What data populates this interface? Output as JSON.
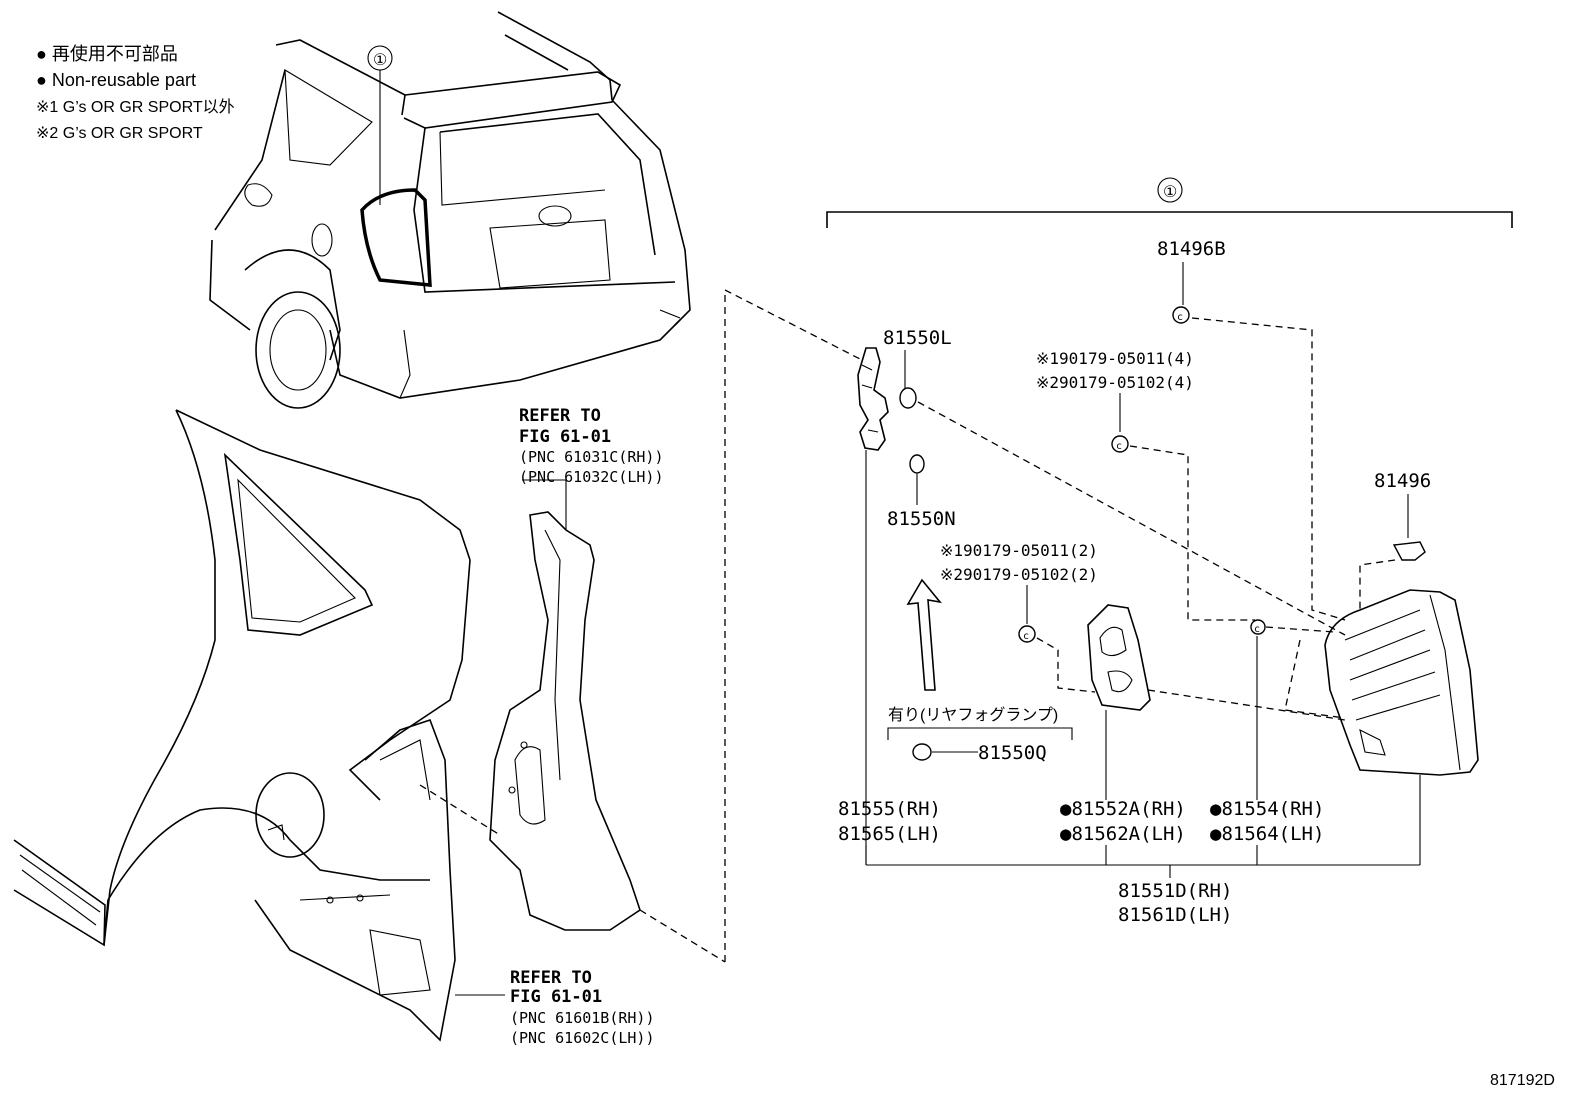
{
  "legend": {
    "line1": "● 再使用不可部品",
    "line2": "● Non-reusable part",
    "line3": "※1 G’s OR GR SPORT以外",
    "line4": "※2 G’s OR GR SPORT"
  },
  "callout_top": "①",
  "callout_assembly": "①",
  "refer_upper": {
    "line1": "REFER TO",
    "line2": "FIG 61-01",
    "line3": "(PNC 61031C(RH))",
    "line4": "(PNC 61032C(LH))"
  },
  "refer_lower": {
    "line1": "REFER TO",
    "line2": "FIG 61-01",
    "line3": "(PNC 61601B(RH))",
    "line4": "(PNC 61602C(LH))"
  },
  "parts": {
    "p81496B": "81496B",
    "p81550L": "81550L",
    "p81550N": "81550N",
    "p81496": "81496",
    "p81550Q": "81550Q",
    "screw_a1": "※190179-05011(4)",
    "screw_a2": "※290179-05102(4)",
    "screw_b1": "※190179-05011(2)",
    "screw_b2": "※290179-05102(2)",
    "fog_note": "有り(リヤフォグランプ)",
    "p81555": "81555(RH)",
    "p81565": "81565(LH)",
    "p81552A": "●81552A(RH)",
    "p81562A": "●81562A(LH)",
    "p81554": "●81554(RH)",
    "p81564": "●81564(LH)",
    "p81551D": "81551D(RH)",
    "p81561D": "81561D(LH)"
  },
  "figure_id": "817192D"
}
